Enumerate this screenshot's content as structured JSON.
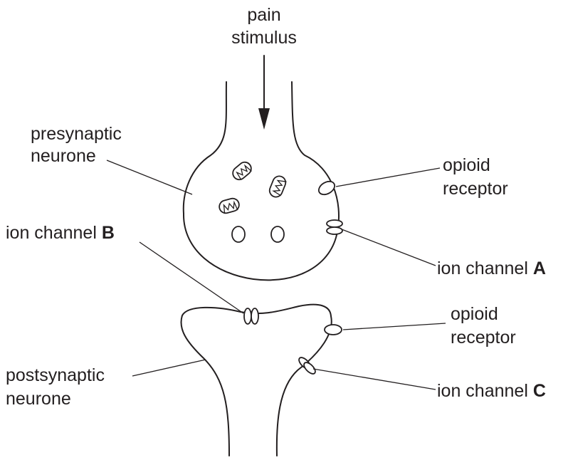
{
  "labels": {
    "stimulus_line1": "pain",
    "stimulus_line2": "stimulus",
    "presynaptic_line1": "presynaptic",
    "presynaptic_line2": "neurone",
    "postsynaptic_line1": "postsynaptic",
    "postsynaptic_line2": "neurone",
    "opioid_top_line1": "opioid",
    "opioid_top_line2": "receptor",
    "opioid_bottom_line1": "opioid",
    "opioid_bottom_line2": "receptor",
    "ion_channel_prefix": "ion channel",
    "channel_a": "A",
    "channel_b": "B",
    "channel_c": "C"
  }
}
